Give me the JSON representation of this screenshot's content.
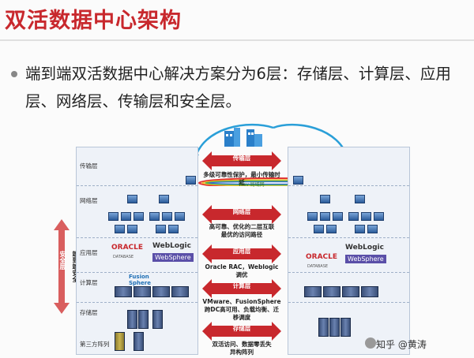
{
  "slide": {
    "title": "双活数据中心架构",
    "bullet": "端到端双活数据中心解决方案分为6层：存储层、计算层、应用层、网络层、传输层和安全层。"
  },
  "diagram": {
    "left_layers": [
      "传输层",
      "网络层",
      "应用层",
      "计算层",
      "存储层",
      "第三方阵列"
    ],
    "center_layers": [
      {
        "name": "传输层",
        "desc": [
          "多级可靠性保护，最小传输时延"
        ]
      },
      {
        "name": "网络层",
        "desc": [
          "高可靠、优化的二层互联",
          "最优的访问路径"
        ]
      },
      {
        "name": "应用层",
        "desc": [
          "Oracle RAC，Weblogic调优"
        ]
      },
      {
        "name": "计算层",
        "desc": [
          "VMware、FusionSphere",
          "跨DC高可用、负载均衡、迁",
          "移调度"
        ]
      },
      {
        "name": "存储层",
        "desc": [
          "双活访问、数据零丢失",
          "异构阵列"
        ]
      }
    ],
    "fiber_label": "Wav 局域网",
    "logos": {
      "oracle": "ORACLE",
      "oracle_sub": "DATABASE",
      "weblogic": "WebLogic",
      "websphere": "WebSphere",
      "fusion_line1": "Fusion",
      "fusion_line2": "Sphere"
    },
    "side_labels": {
      "security": "安全层",
      "security_sub": "端到端安全"
    }
  },
  "watermark": "知乎 @黄涛",
  "colors": {
    "title": "#c8282d",
    "center_band": "#c8282d",
    "panel_bg": "#eef2f8"
  }
}
